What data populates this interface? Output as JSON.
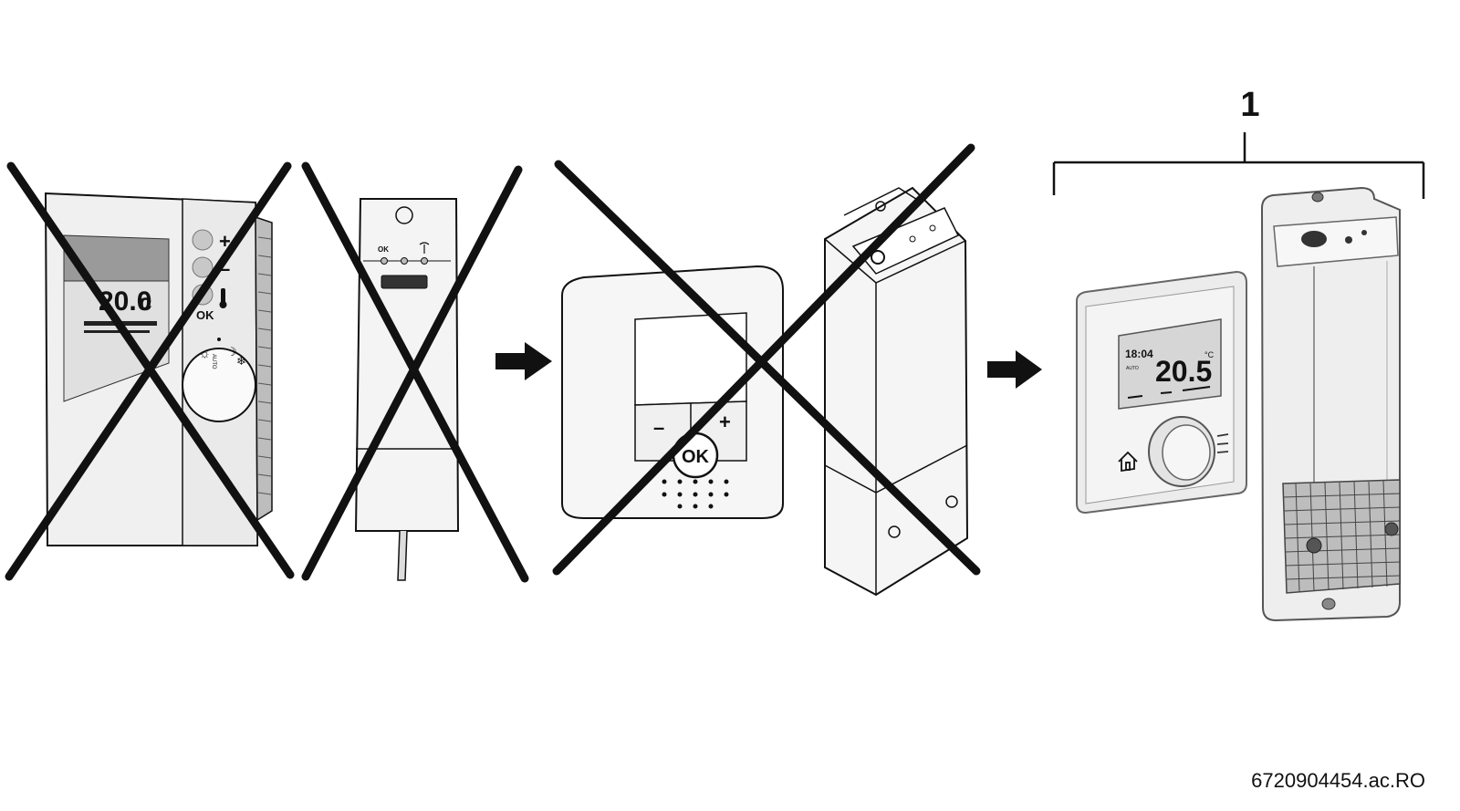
{
  "callout": {
    "number": "1"
  },
  "figure_code": "6720904454.ac.RO",
  "old_thermostat": {
    "buttons": [
      "+",
      "–"
    ],
    "ok_label": "OK",
    "display_temp": "20.0",
    "display_unit": "c",
    "dial_mode": "AUTO"
  },
  "old_receiver": {
    "ok_label": "OK"
  },
  "mid_thermostat": {
    "minus": "–",
    "plus": "+",
    "ok_label": "OK"
  },
  "new_thermostat": {
    "time": "18:04",
    "temp": "20.5",
    "unit": "°C",
    "mode": "AUTO"
  },
  "colors": {
    "line": "#111111",
    "cross": "#111111",
    "device_fill": "#f2f2f2",
    "display_fill": "#d7d7d7"
  },
  "icons": [
    "cross-out-icon",
    "arrow-right-icon",
    "home-icon",
    "sun-icon",
    "moon-icon",
    "snowflake-icon",
    "thermometer-icon",
    "antenna-icon"
  ]
}
